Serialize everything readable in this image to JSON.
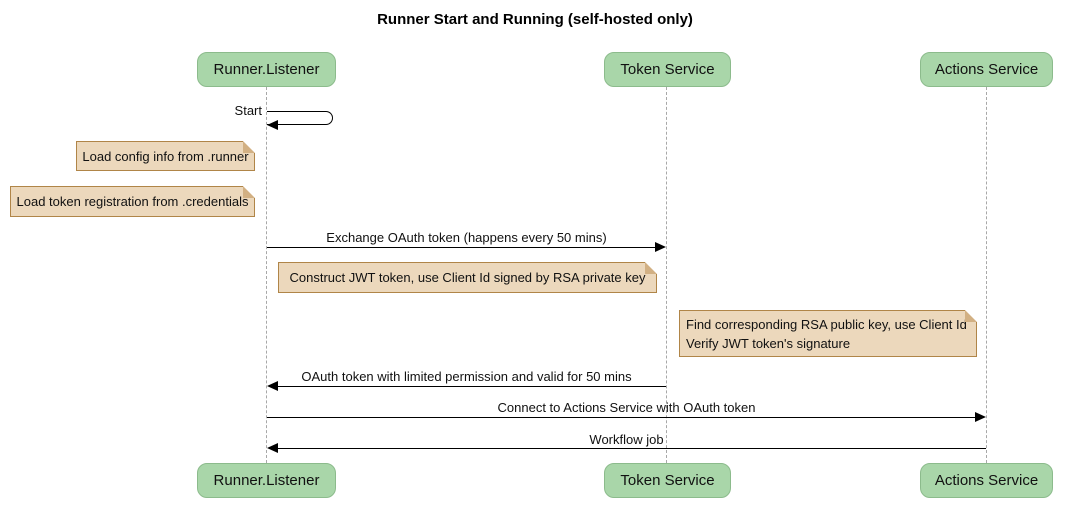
{
  "diagram": {
    "type": "sequence",
    "title": "Runner Start and Running (self-hosted only)"
  },
  "participants": [
    {
      "id": "runner-listener",
      "name": "Runner.Listener"
    },
    {
      "id": "token-service",
      "name": "Token Service"
    },
    {
      "id": "actions-service",
      "name": "Actions Service"
    }
  ],
  "messages": [
    {
      "from": "Runner.Listener",
      "to": "Runner.Listener",
      "kind": "self",
      "label": "Start"
    },
    {
      "from": "Runner.Listener",
      "to": "Token Service",
      "kind": "solid",
      "label": "Exchange OAuth token (happens every 50 mins)"
    },
    {
      "from": "Token Service",
      "to": "Runner.Listener",
      "kind": "solid",
      "label": "OAuth token with limited permission and valid for 50 mins"
    },
    {
      "from": "Runner.Listener",
      "to": "Actions Service",
      "kind": "solid",
      "label": "Connect to Actions Service with OAuth token"
    },
    {
      "from": "Actions Service",
      "to": "Runner.Listener",
      "kind": "solid",
      "label": "Workflow job"
    }
  ],
  "notes": [
    {
      "position": "left of Runner.Listener",
      "lines": [
        "Load config info from .runner"
      ]
    },
    {
      "position": "left of Runner.Listener",
      "lines": [
        "Load token registration from .credentials"
      ]
    },
    {
      "position": "right of Runner.Listener",
      "lines": [
        "Construct JWT token, use Client Id signed by RSA private key"
      ]
    },
    {
      "position": "left of Actions Service",
      "lines": [
        "Find corresponding RSA public key, use Client Id",
        "Verify JWT token's signature"
      ]
    }
  ],
  "colors": {
    "participant_fill": "#a9d6a9",
    "participant_border": "#8cbb8c",
    "note_fill": "#ecd8bc",
    "note_border": "#b08548",
    "lifeline": "#a8a8a8",
    "message_line": "#000000",
    "background": "#ffffff"
  }
}
